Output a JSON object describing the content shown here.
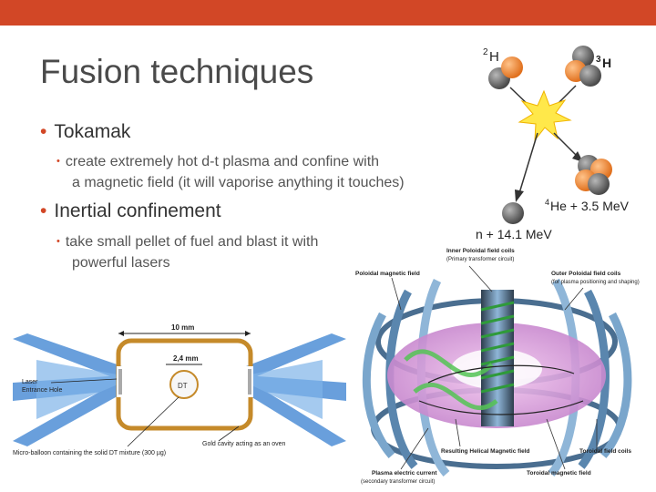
{
  "slide": {
    "title": "Fusion techniques",
    "accent_color": "#d24726",
    "bullets": [
      {
        "label": "Tokamak",
        "sub_line1": "create extremely hot d-t plasma and confine with",
        "sub_line2": "a magnetic field (it will vaporise anything it touches)"
      },
      {
        "label": "Inertial confinement",
        "sub_line1": "take small pellet of fuel and blast it with",
        "sub_line2": "powerful lasers"
      }
    ]
  },
  "reaction_diagram": {
    "deuterium_sup": "2",
    "deuterium": "H",
    "tritium_sup": "3",
    "tritium": "H",
    "helium_sup": "4",
    "helium_rest": "He + 3.5 MeV",
    "neutron": "n + 14.1 MeV"
  },
  "tokamak_diagram": {
    "inner_coils": "Inner Poloidal field coils",
    "inner_coils_sub": "(Primary transformer circuit)",
    "poloidal_field": "Poloidal magnetic field",
    "outer_coils": "Outer Poloidal field coils",
    "outer_coils_sub": "(for plasma positioning and shaping)",
    "helical_field": "Resulting Helical Magnetic field",
    "toroidal_coils": "Toroidal field coils",
    "plasma_current": "Plasma electric current",
    "plasma_current_sub": "(secondary transformer circuit)",
    "toroidal_field": "Toroidal magnetic field"
  },
  "hohlraum_diagram": {
    "width_label": "10 mm",
    "inner_width_label": "2,4 mm",
    "laser_hole": "Laser",
    "laser_hole_2": "Entrance Hole",
    "pellet": "DT",
    "cavity": "Gold cavity acting as an oven",
    "microballoon": "Micro-balloon containing the solid DT mixture (300 µg)"
  }
}
